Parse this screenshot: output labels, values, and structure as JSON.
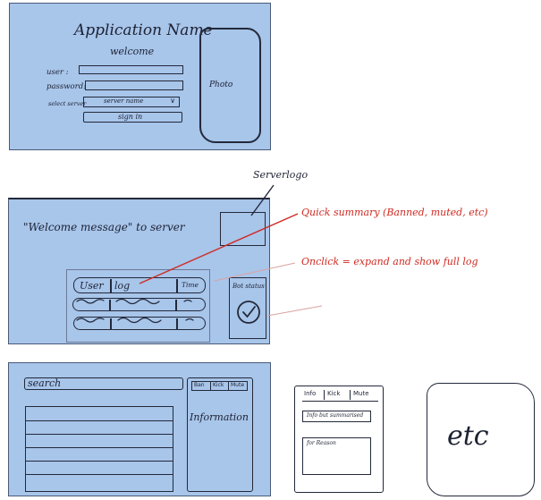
{
  "login": {
    "app_name": "Application Name",
    "welcome": "welcome",
    "user_label": "user :",
    "password_label": "password:",
    "server_label": "select server",
    "server_value": "server name",
    "sign_in": "sign in",
    "photo": "Photo"
  },
  "server": {
    "welcome_message": "\"Welcome message\" to server",
    "server_logo_annotation": "Serverlogo",
    "columns": [
      "User",
      "log",
      "Time"
    ],
    "bot_status": "Bot status"
  },
  "annotations": {
    "quick_summary": "Quick summary (Banned, muted, etc)",
    "onclick": "Onclick = expand and show full log"
  },
  "search_panel": {
    "search": "search",
    "tabs": [
      "Ban",
      "Kick",
      "Mute"
    ],
    "information": "Information"
  },
  "popup": {
    "tabs": [
      "Info",
      "Kick",
      "Mute"
    ],
    "info_line": "Info but summarised",
    "reason": "for Reason"
  },
  "etc": "etc",
  "colors": {
    "panel": "#a8c5ea",
    "annotation": "#cf2a22",
    "ink": "#23293a"
  }
}
